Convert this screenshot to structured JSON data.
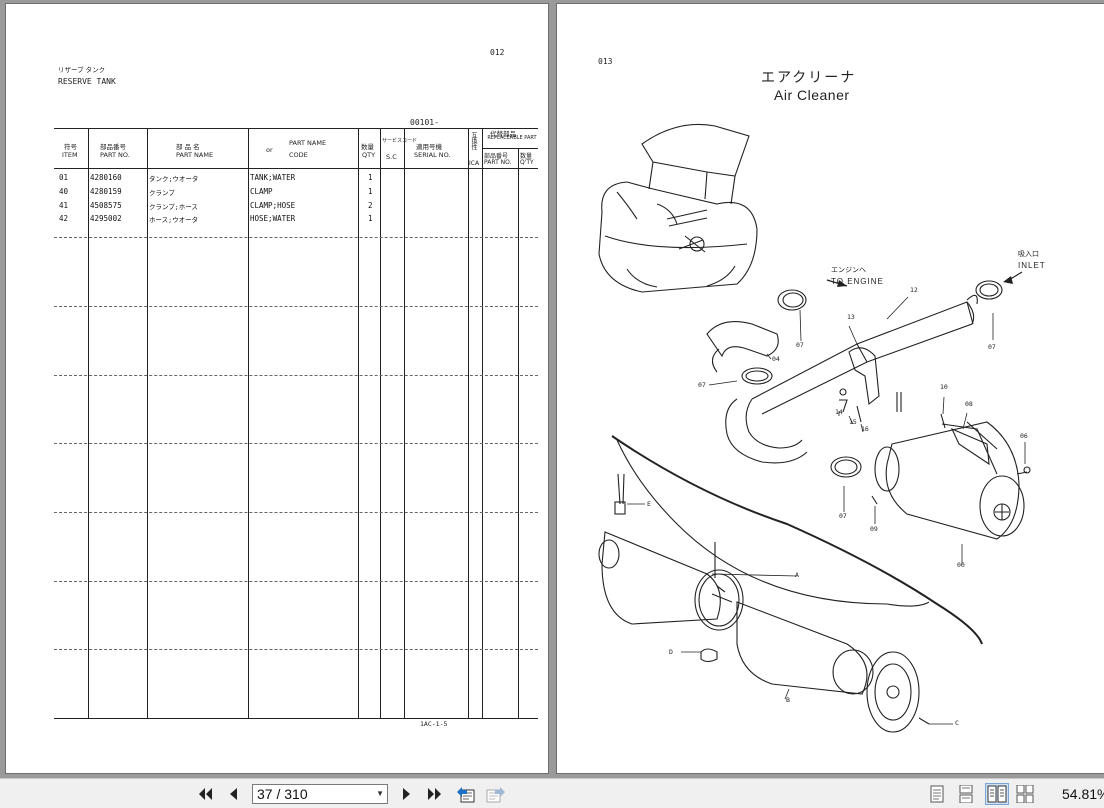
{
  "left_page": {
    "page_number": "012",
    "title_jp": "リザーブ タンク",
    "title_en": "RESERVE TANK",
    "section_code": "00101-",
    "footer_code": "1AC-1-5",
    "headers": {
      "item_jp": "符号",
      "item_en": "ITEM",
      "part_no_jp": "部品番号",
      "part_no_en": "PART NO.",
      "part_name_jp": "部 品 名",
      "part_name_en": "PART NAME",
      "or": "or",
      "pname2": "PART NAME",
      "code": "CODE",
      "qty_jp": "数量",
      "qty_en": "QTY",
      "sc_jp": "サービスコード",
      "sc_en": "S.C",
      "serial_jp": "適用号機",
      "serial_en": "SERIAL NO.",
      "ica_jp": "互換性",
      "ica_en": "ICA",
      "repl_jp": "代替部品",
      "repl_en": "REPLACEABLE PART",
      "repl_partno_jp": "部品番号",
      "repl_partno_en": "PART NO.",
      "repl_qty_jp": "数量",
      "repl_qty_en": "Q'TY"
    },
    "rows": [
      {
        "item": "01",
        "part_no": "4280160",
        "name_jp": "タンク;ウオータ",
        "name_en": "TANK;WATER",
        "qty": "1"
      },
      {
        "item": "40",
        "part_no": "4280159",
        "name_jp": "クランプ",
        "name_en": "CLAMP",
        "qty": "1"
      },
      {
        "item": "41",
        "part_no": "4508575",
        "name_jp": "クランプ;ホース",
        "name_en": "CLAMP;HOSE",
        "qty": "2"
      },
      {
        "item": "42",
        "part_no": "4295002",
        "name_jp": "ホース;ウオータ",
        "name_en": "HOSE;WATER",
        "qty": "1"
      }
    ]
  },
  "right_page": {
    "page_number": "013",
    "title_jp": "エアクリーナ",
    "title_en": "Air Cleaner",
    "to_engine_jp": "エンジンへ",
    "to_engine_en": "TO ENGINE",
    "inlet_jp": "吸入口",
    "inlet_en": "INLET",
    "callouts": [
      "12",
      "13",
      "07",
      "04",
      "07",
      "10",
      "08",
      "14",
      "15",
      "16",
      "06",
      "07",
      "09",
      "00",
      "E",
      "A",
      "D",
      "B",
      "C",
      "07"
    ]
  },
  "toolbar": {
    "page_indicator": "37 / 310",
    "zoom": "54.81%"
  },
  "icons": [
    "first-page-icon",
    "prev-page-icon",
    "next-page-icon",
    "last-page-icon",
    "prev-view-icon",
    "next-view-icon",
    "single-page-icon",
    "continuous-icon",
    "two-page-icon",
    "two-page-continuous-icon"
  ]
}
